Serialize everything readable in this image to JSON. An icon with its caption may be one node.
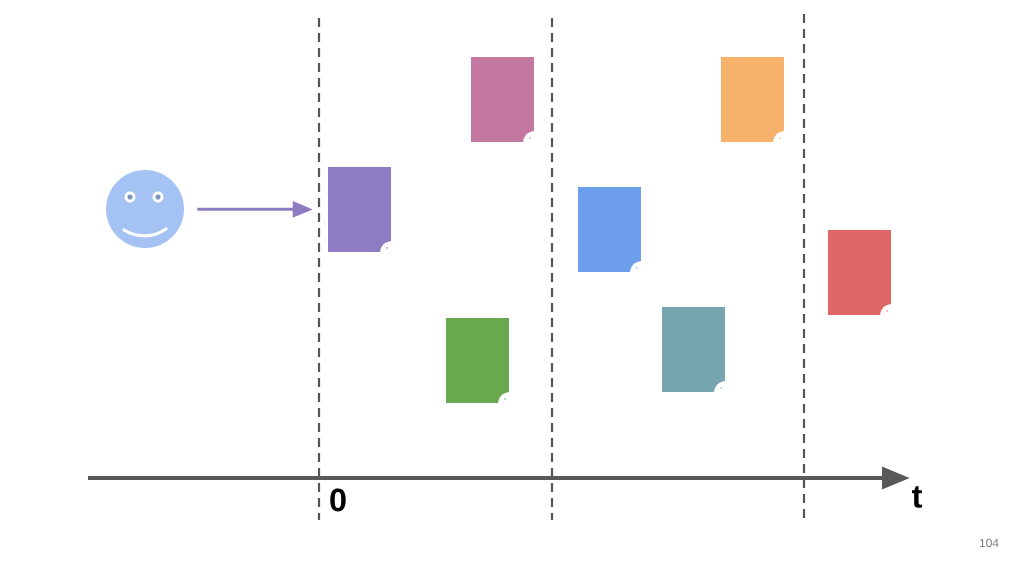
{
  "diagram": {
    "nodes": [
      {
        "text": [],
        "shape": "circle"
      },
      {
        "text": [],
        "shape": "document"
      },
      {
        "text": [],
        "shape": "document"
      },
      {
        "text": [],
        "shape": "document"
      },
      {
        "text": [],
        "shape": "document"
      },
      {
        "text": [],
        "shape": "document"
      },
      {
        "text": [],
        "shape": "document"
      },
      {
        "text": [],
        "shape": "document"
      }
    ],
    "edges": [
      {
        "from": 0,
        "to": 1,
        "arrow": "to",
        "color": "#8e7cc3"
      }
    ],
    "labels": [
      "0",
      "t",
      "104"
    ]
  }
}
